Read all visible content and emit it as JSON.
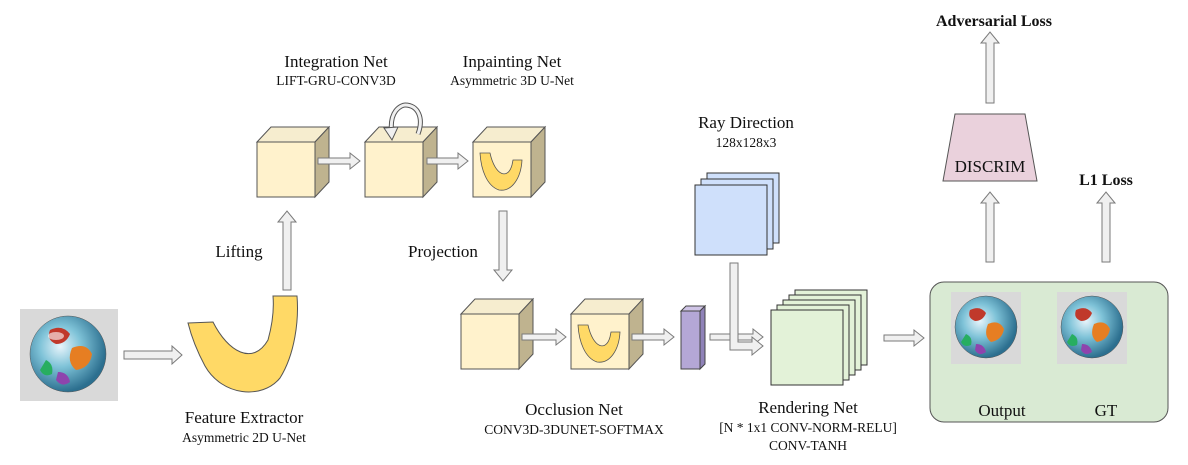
{
  "labels": {
    "integration_net": "Integration Net",
    "integration_sub": "LIFT-GRU-CONV3D",
    "inpainting_net": "Inpainting Net",
    "inpainting_sub": "Asymmetric 3D U-Net",
    "lifting": "Lifting",
    "projection": "Projection",
    "feature_extractor": "Feature Extractor",
    "feature_extractor_sub": "Asymmetric 2D U-Net",
    "occlusion_net": "Occlusion Net",
    "occlusion_sub": "CONV3D-3DUNET-SOFTMAX",
    "ray_direction": "Ray Direction",
    "ray_direction_sub": "128x128x3",
    "rendering_net": "Rendering Net",
    "rendering_sub1": "[N * 1x1 CONV-NORM-RELU]",
    "rendering_sub2": "CONV-TANH",
    "adversarial_loss": "Adversarial Loss",
    "discrim": "DISCRIM",
    "l1_loss": "L1 Loss",
    "output": "Output",
    "gt": "GT"
  },
  "icons": {
    "globe": "globe-photo-icon",
    "feature_map": "u-shaped-feature-icon",
    "cube": "3d-volume-cube-icon"
  },
  "colors": {
    "cube_front": "#fff2cc",
    "cube_side": "#bfb38f",
    "feature_yellow": "#ffd966",
    "occlusion_bar": "#b4a7d6",
    "ray_sheet": "#cfe0fb",
    "render_sheet": "#e3f2d8",
    "discrim": "#ead1dc",
    "output_panel": "#d9ead3"
  }
}
